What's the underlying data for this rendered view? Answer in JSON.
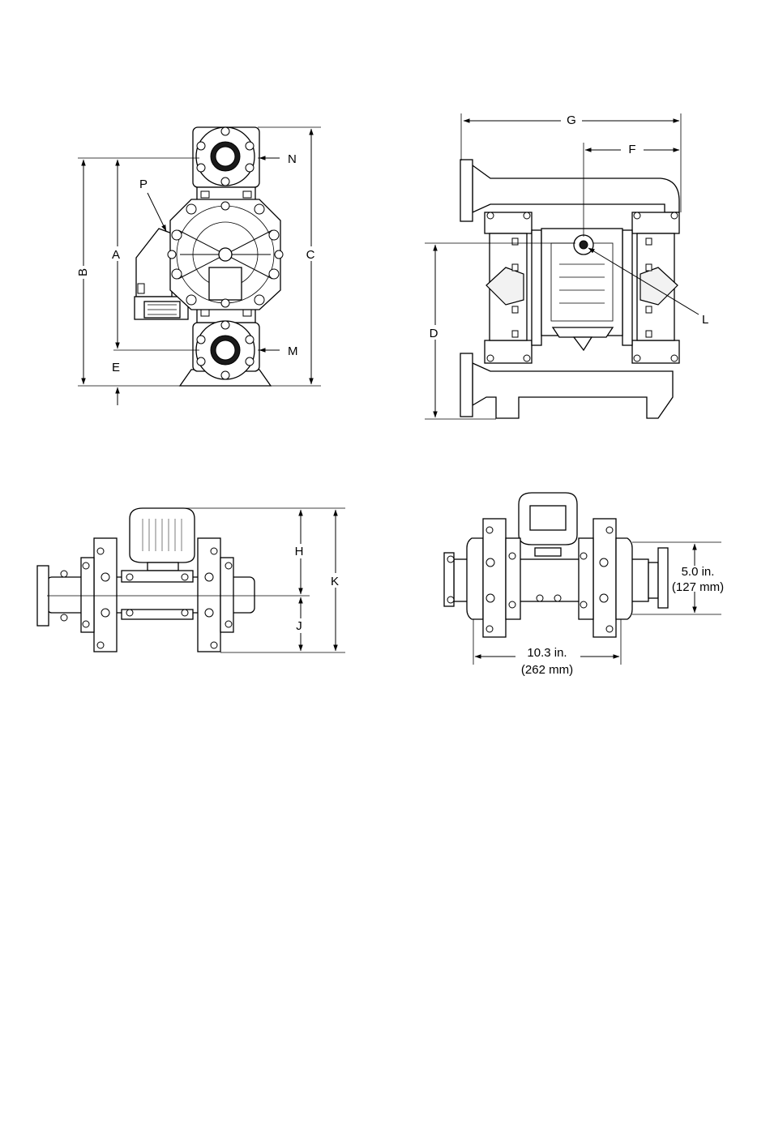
{
  "labels": {
    "A": "A",
    "B": "B",
    "C": "C",
    "D": "D",
    "E": "E",
    "F": "F",
    "G": "G",
    "H": "H",
    "J": "J",
    "K": "K",
    "L": "L",
    "M": "M",
    "N": "N",
    "P": "P"
  },
  "bottom_view": {
    "width_dim_in": "10.3 in.",
    "width_dim_mm": "(262 mm)",
    "height_dim_in": "5.0 in.",
    "height_dim_mm": "(127 mm)"
  }
}
